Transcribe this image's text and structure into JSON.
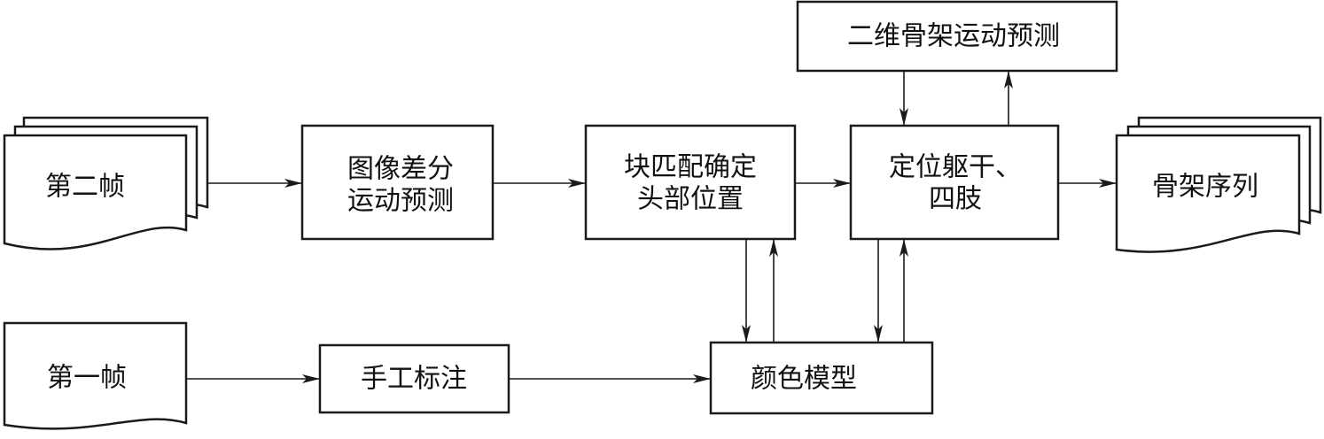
{
  "nodes": {
    "frame2": {
      "label": "第二帧"
    },
    "frame1": {
      "label": "第一帧"
    },
    "imgdiff": {
      "line1": "图像差分",
      "line2": "运动预测"
    },
    "blockmatch": {
      "line1": "块匹配确定",
      "line2": "头部位置"
    },
    "locate": {
      "line1": "定位躯干、",
      "line2": "四肢"
    },
    "skel2d": {
      "label": "二维骨架运动预测"
    },
    "skelseq": {
      "label": "骨架序列"
    },
    "manual": {
      "label": "手工标注"
    },
    "color": {
      "label": "颜色模型"
    }
  },
  "edges": [
    {
      "from": "frame2",
      "to": "imgdiff"
    },
    {
      "from": "imgdiff",
      "to": "blockmatch"
    },
    {
      "from": "blockmatch",
      "to": "locate"
    },
    {
      "from": "locate",
      "to": "skelseq"
    },
    {
      "from": "skel2d",
      "to": "locate"
    },
    {
      "from": "locate",
      "to": "skel2d"
    },
    {
      "from": "blockmatch",
      "to": "color"
    },
    {
      "from": "color",
      "to": "blockmatch"
    },
    {
      "from": "locate",
      "to": "color"
    },
    {
      "from": "color",
      "to": "locate"
    },
    {
      "from": "frame1",
      "to": "manual"
    },
    {
      "from": "manual",
      "to": "color"
    }
  ]
}
